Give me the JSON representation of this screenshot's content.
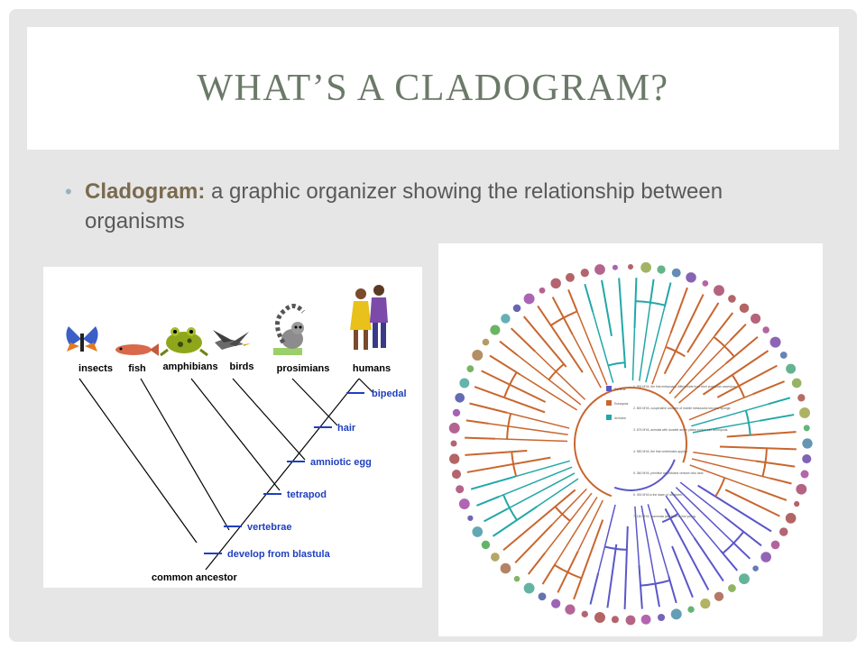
{
  "slide": {
    "title": "WHAT’S A CLADOGRAM?",
    "bullet": {
      "term": "Cladogram:",
      "definition": " a graphic organizer showing the relationship between organisms"
    }
  },
  "cladogram": {
    "taxa": [
      "insects",
      "fish",
      "amphibians",
      "birds",
      "prosimians",
      "humans"
    ],
    "traits": [
      "bipedal",
      "hair",
      "amniotic egg",
      "tetrapod",
      "vertebrae",
      "develop from blastula"
    ],
    "root_label": "common ancestor",
    "icons": [
      "butterfly-icon",
      "fish-icon",
      "frog-icon",
      "bird-icon",
      "lemur-icon",
      "humans-icon"
    ]
  },
  "tree_of_life": {
    "legend": [
      "Bacteria",
      "Eukaryota",
      "Archaea"
    ],
    "colors": {
      "purple": "#5b57c9",
      "orange": "#c9662e",
      "teal": "#22a7a7"
    },
    "notes": [
      "1. 900 MYA, the first metazoans differentiate from their protozoan ancestors.",
      "2. 800 MYA, cooperative colonies of mobile metazoans become sponge.",
      "3. 675 MYA, animals with durable armor plates evolve into arthropods.",
      "4. 550 MYA, the first vertebrates appear.",
      "5. 360 MYA, primitive amphibians venture onto land.",
      "6. 300 MYA is the dawn of amniotes.",
      "7. 150 MYA, mammals give birth to live young."
    ]
  }
}
